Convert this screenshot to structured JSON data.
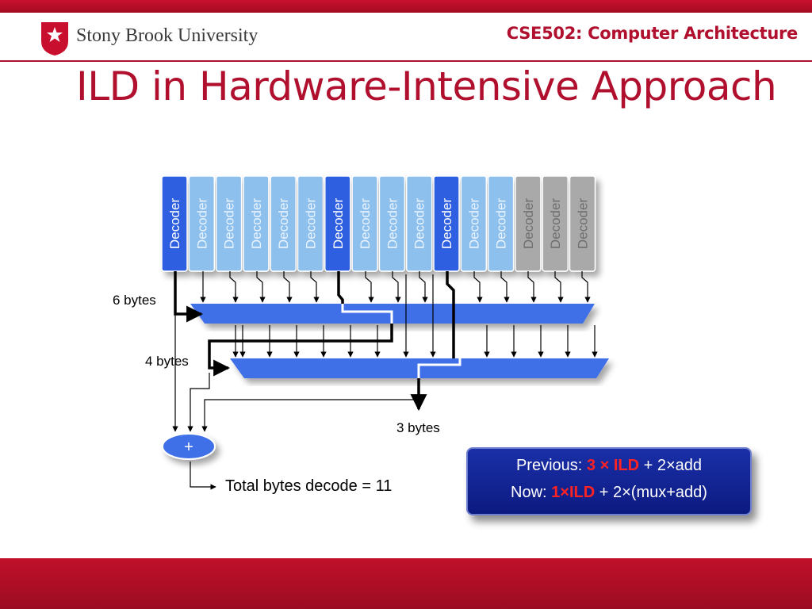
{
  "header": {
    "university": "Stony Brook University",
    "course": "CSE502: Computer Architecture"
  },
  "title": "ILD in Hardware-Intensive Approach",
  "diagram": {
    "decoders": [
      {
        "label": "Decoder",
        "state": "active"
      },
      {
        "label": "Decoder",
        "state": "light"
      },
      {
        "label": "Decoder",
        "state": "light"
      },
      {
        "label": "Decoder",
        "state": "light"
      },
      {
        "label": "Decoder",
        "state": "light"
      },
      {
        "label": "Decoder",
        "state": "light"
      },
      {
        "label": "Decoder",
        "state": "active"
      },
      {
        "label": "Decoder",
        "state": "light"
      },
      {
        "label": "Decoder",
        "state": "light"
      },
      {
        "label": "Decoder",
        "state": "light"
      },
      {
        "label": "Decoder",
        "state": "active"
      },
      {
        "label": "Decoder",
        "state": "light"
      },
      {
        "label": "Decoder",
        "state": "light"
      },
      {
        "label": "Decoder",
        "state": "gray"
      },
      {
        "label": "Decoder",
        "state": "gray"
      },
      {
        "label": "Decoder",
        "state": "gray"
      }
    ],
    "mux1_label": "6 bytes",
    "mux2_label": "4 bytes",
    "mux3_label": "3 bytes",
    "adder_symbol": "+",
    "result_label": "Total bytes decode = 11"
  },
  "comparison": {
    "previous_prefix": "Previous: ",
    "previous_highlight": "3 × ILD",
    "previous_suffix": " + 2×add",
    "now_prefix": "Now: ",
    "now_highlight": "1×ILD",
    "now_suffix": " + 2×(mux+add)"
  },
  "colors": {
    "brand_red": "#b0102e",
    "decoder_active": "#2f5fe0",
    "decoder_light": "#8ec0ee",
    "decoder_gray": "#a9a9a9",
    "mux_blue": "#3f6fe8"
  }
}
